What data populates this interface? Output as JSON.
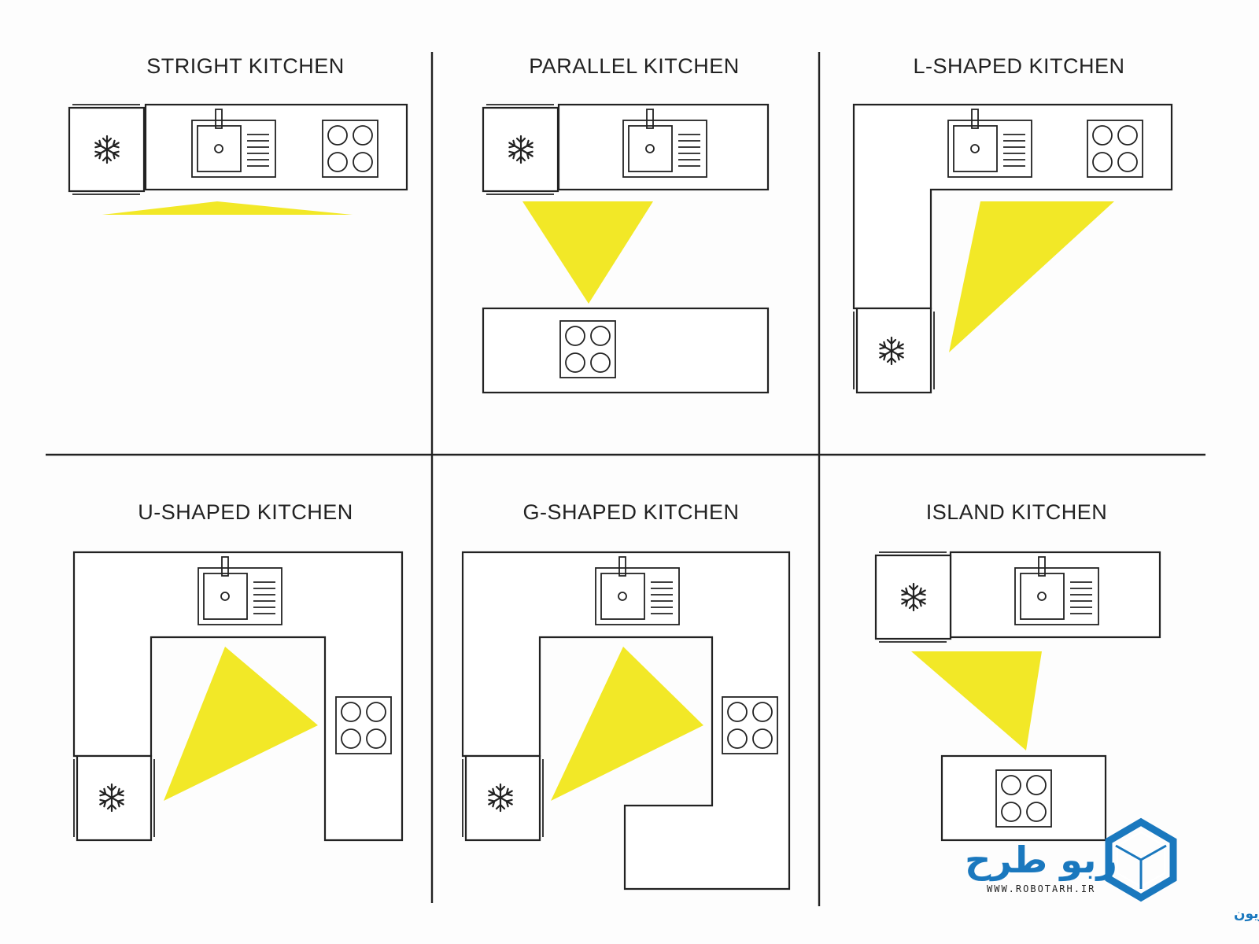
{
  "diagram": {
    "panels": [
      {
        "id": "straight",
        "title": "STRIGHT KITCHEN"
      },
      {
        "id": "parallel",
        "title": "PARALLEL KITCHEN"
      },
      {
        "id": "l-shaped",
        "title": "L-SHAPED KITCHEN"
      },
      {
        "id": "u-shaped",
        "title": "U-SHAPED KITCHEN"
      },
      {
        "id": "g-shaped",
        "title": "G-SHAPED KITCHEN"
      },
      {
        "id": "island",
        "title": "ISLAND KITCHEN"
      }
    ],
    "colors": {
      "work_triangle": "#f2e827",
      "lines": "#222222",
      "background": "#fdfdfd",
      "brand": "#1a78be"
    },
    "icons": [
      "snowflake-icon",
      "sink-icon",
      "cooktop-icon"
    ]
  },
  "logo": {
    "mark": "ربو طرح",
    "url": "WWW.ROBOTARH.IR",
    "tagline": "سامانه سفارش آنلاین طراحی کابینت،کمد و یونیت تلویزیون"
  }
}
